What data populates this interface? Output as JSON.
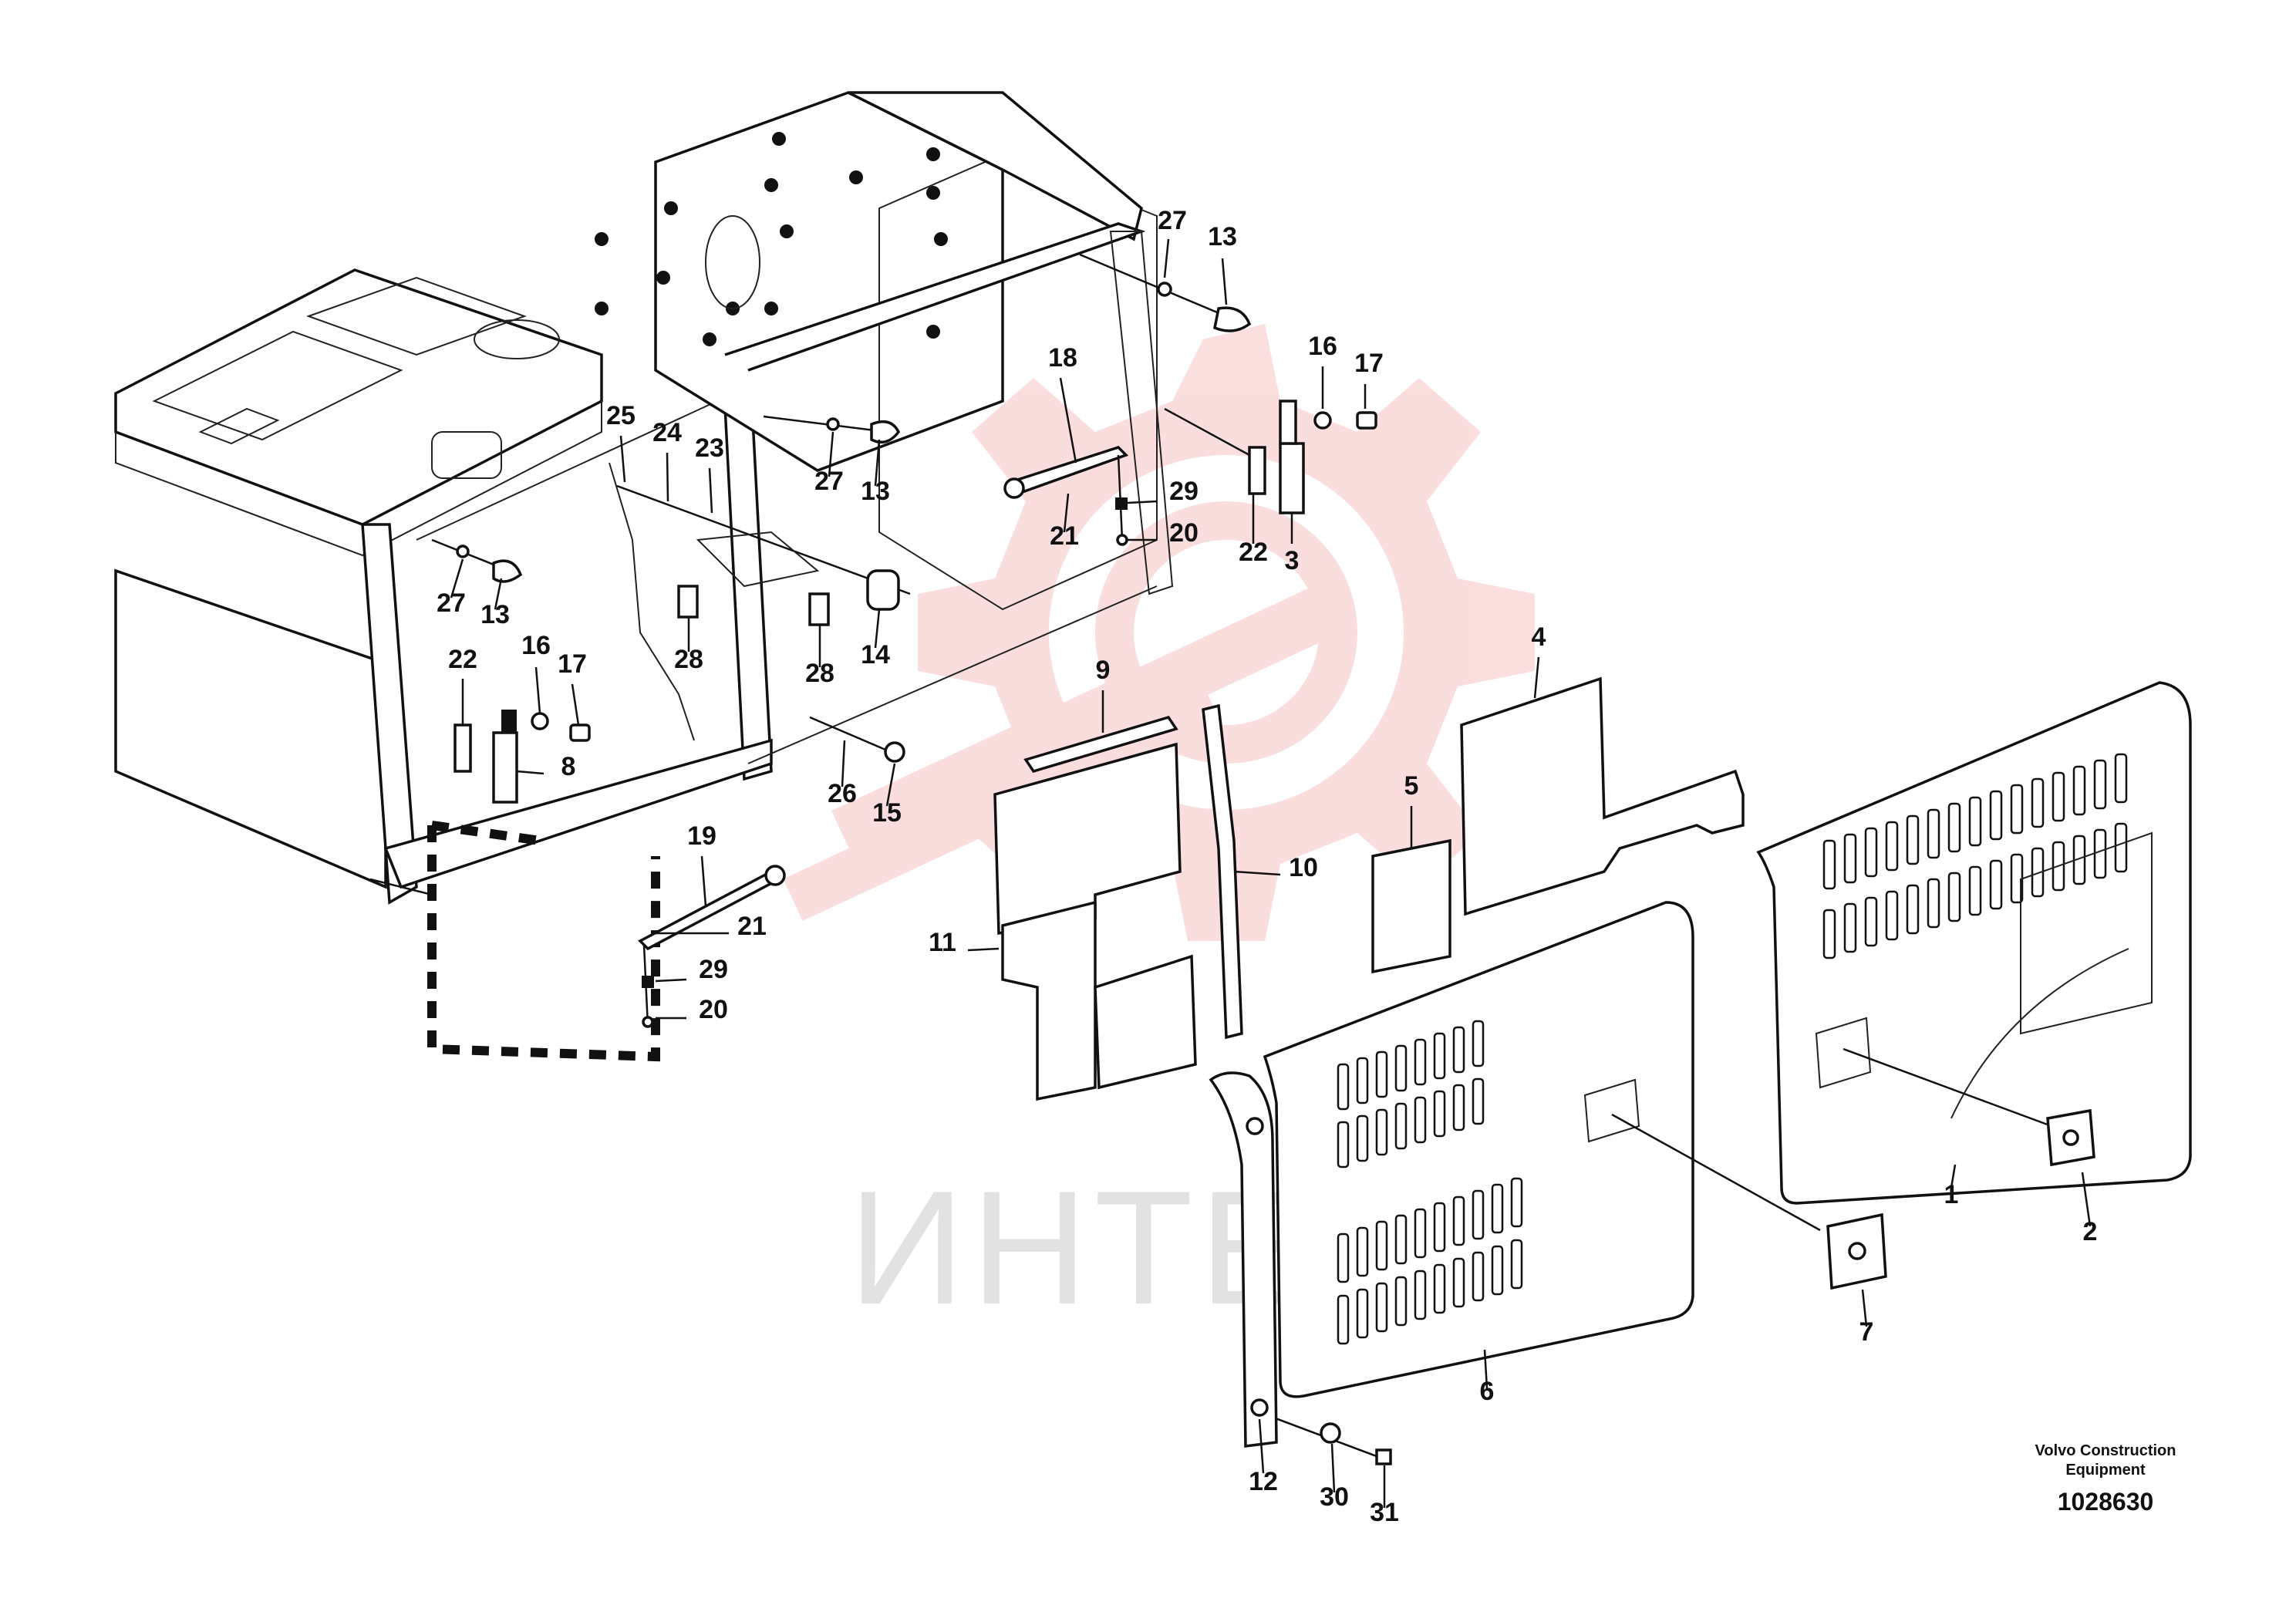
{
  "colors": {
    "line": "#111111",
    "watermark_red": "#e53b3b",
    "watermark_grey": "#9a9a9a",
    "background": "#ffffff"
  },
  "watermark": {
    "text": "ИНТЕХ",
    "emblem": "gear-emblem-icon"
  },
  "footer": {
    "brand_line1": "Volvo Construction",
    "brand_line2": "Equipment",
    "drawing_number": "1028630"
  },
  "callouts": [
    {
      "id": "c27a",
      "label": "27"
    },
    {
      "id": "c13a",
      "label": "13"
    },
    {
      "id": "c16a",
      "label": "16"
    },
    {
      "id": "c17a",
      "label": "17"
    },
    {
      "id": "c18",
      "label": "18"
    },
    {
      "id": "c29a",
      "label": "29"
    },
    {
      "id": "c21a",
      "label": "21"
    },
    {
      "id": "c20a",
      "label": "20"
    },
    {
      "id": "c22a",
      "label": "22"
    },
    {
      "id": "c3",
      "label": "3"
    },
    {
      "id": "c25",
      "label": "25"
    },
    {
      "id": "c24",
      "label": "24"
    },
    {
      "id": "c23",
      "label": "23"
    },
    {
      "id": "c27b",
      "label": "27"
    },
    {
      "id": "c13b",
      "label": "13"
    },
    {
      "id": "c27c",
      "label": "27"
    },
    {
      "id": "c13c",
      "label": "13"
    },
    {
      "id": "c28a",
      "label": "28"
    },
    {
      "id": "c28b",
      "label": "28"
    },
    {
      "id": "c14",
      "label": "14"
    },
    {
      "id": "c22b",
      "label": "22"
    },
    {
      "id": "c16b",
      "label": "16"
    },
    {
      "id": "c17b",
      "label": "17"
    },
    {
      "id": "c8",
      "label": "8"
    },
    {
      "id": "c9",
      "label": "9"
    },
    {
      "id": "c4",
      "label": "4"
    },
    {
      "id": "c26",
      "label": "26"
    },
    {
      "id": "c15",
      "label": "15"
    },
    {
      "id": "c5",
      "label": "5"
    },
    {
      "id": "c10",
      "label": "10"
    },
    {
      "id": "c19",
      "label": "19"
    },
    {
      "id": "c21b",
      "label": "21"
    },
    {
      "id": "c29b",
      "label": "29"
    },
    {
      "id": "c20b",
      "label": "20"
    },
    {
      "id": "c11",
      "label": "11"
    },
    {
      "id": "c1",
      "label": "1"
    },
    {
      "id": "c2",
      "label": "2"
    },
    {
      "id": "c7",
      "label": "7"
    },
    {
      "id": "c6",
      "label": "6"
    },
    {
      "id": "c12",
      "label": "12"
    },
    {
      "id": "c30",
      "label": "30"
    },
    {
      "id": "c31",
      "label": "31"
    }
  ]
}
